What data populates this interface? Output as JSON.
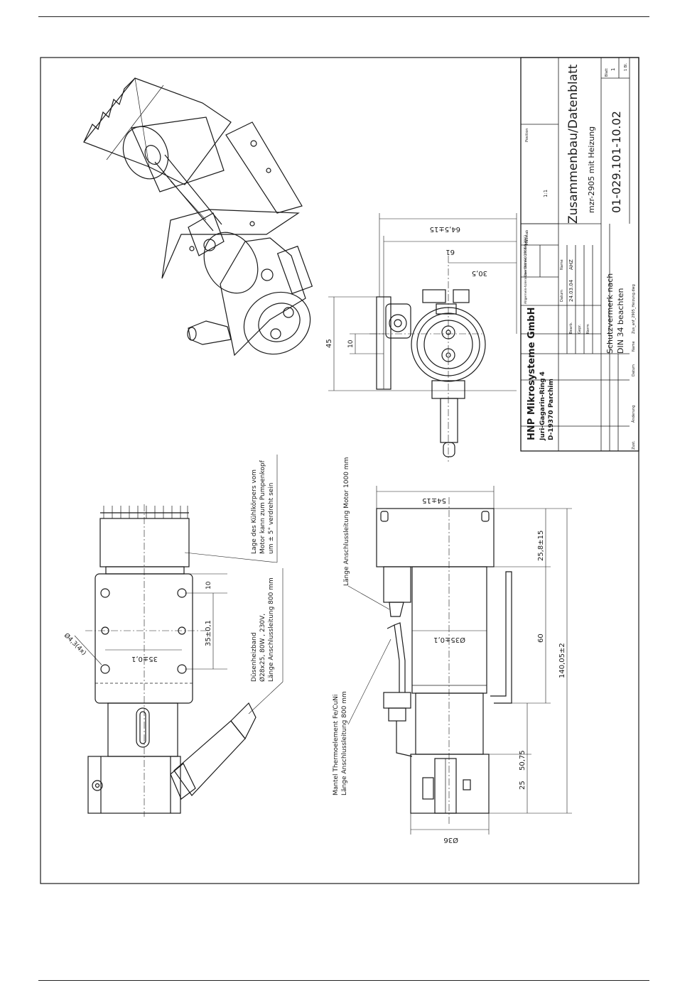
{
  "title_block": {
    "company": "HNP Mikrosysteme GmbH",
    "street": "Juri-Gagarin-Ring 4",
    "city": "D-19370 Parchim",
    "title": "Zusammenbau/Datenblatt",
    "subtitle": "mzr-2905 mit Heizung",
    "drawing_number": "01-029.101-10.02",
    "scale_label": "Maßstab",
    "scale_value": "1:1",
    "position_label": "Position",
    "sheet_label": "Blatt",
    "sheet_value": "1",
    "sheets_value": "1 Bl.",
    "general_tolerances": "Allgemein-toleranzen DIN ISO 2768 m-H",
    "surface": "Oberflächen DIN ISO 1302",
    "protection_line1": "Schutzvermerk nach",
    "protection_line2": "DIN 34 beachten",
    "datum_label": "Datum",
    "name_label": "Name",
    "bearb_label": "Bearb.",
    "gepr_label": "Gepr.",
    "norm_label": "Norm",
    "date_value": "24.03.04",
    "name_value": "AHZ",
    "zust_label": "Zust.",
    "aenderung_label": "Änderung",
    "file_value": "Zus_anf_2905_Heizung.dwg"
  },
  "dimensions": {
    "d_64_5": "64,5±15",
    "d_61": "61",
    "d_30_5": "30,5",
    "d_45": "45",
    "d_10a": "10",
    "d_54": "54±15",
    "d_25_8": "25,8±15",
    "d_60": "60",
    "d_140": "140,05±2",
    "d_50_75": "50,75",
    "d_25": "25",
    "d_36": "Ø36",
    "d_35_shaft": "Ø35±0,1",
    "d_35a": "35±0,1",
    "d_35b": "35±0,1",
    "d_10b": "10",
    "d_hole": "Ø4,3(4x)"
  },
  "notes": {
    "note_cooler_1": "Lage des Kühlkörpers vom",
    "note_cooler_2": "Motor kann zum Pumpenkopf",
    "note_cooler_3": "um ± 5° verdreht sein",
    "note_heater_1": "Düsenheizband",
    "note_heater_2": "Ø28x25, 80W , 230V,",
    "note_heater_3": "Länge Anschlussleitung 800 mm",
    "note_motor_cable": "Länge Anschlussleitung Motor 1000 mm",
    "note_thermo_1": "Mantel Thermoelement Fe/CuNi",
    "note_thermo_2": "Länge Anschlussleitung 800 mm"
  }
}
